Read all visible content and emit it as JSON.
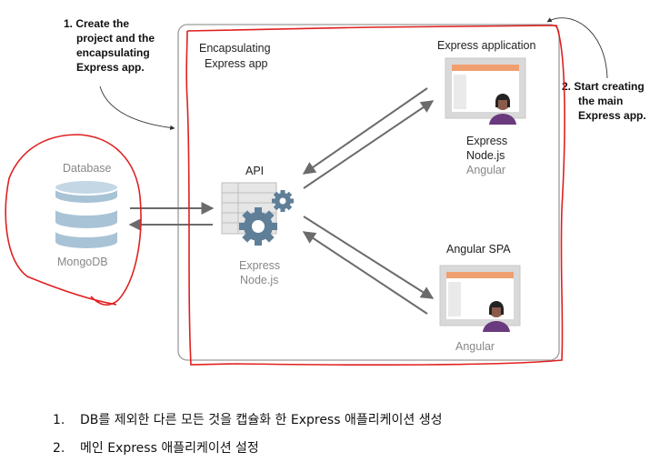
{
  "annotations": {
    "step1": [
      "1. Create the",
      "project and the",
      "encapsulating",
      "Express app."
    ],
    "step2": [
      "2. Start creating",
      "the main",
      "Express app."
    ]
  },
  "container": {
    "title": [
      "Encapsulating",
      "Express app"
    ]
  },
  "database": {
    "label": "Database",
    "name": "MongoDB"
  },
  "api": {
    "label": "API",
    "tech": [
      "Express",
      "Node.js"
    ]
  },
  "express_app": {
    "label": "Express application",
    "tech": [
      "Express",
      "Node.js",
      "Angular"
    ]
  },
  "angular_spa": {
    "label": "Angular SPA",
    "tech": "Angular"
  },
  "notes": [
    {
      "num": "1.",
      "text": "DB를 제외한 다른 모든 것을 캡슐화 한 Express 애플리케이션 생성"
    },
    {
      "num": "2.",
      "text": "메인 Express 애플리케이션 설정"
    }
  ],
  "colors": {
    "markup": "#e02020",
    "box_border": "#9a9a9a",
    "db_blue": "#a9c3d6",
    "gear": "#5f7f99"
  }
}
